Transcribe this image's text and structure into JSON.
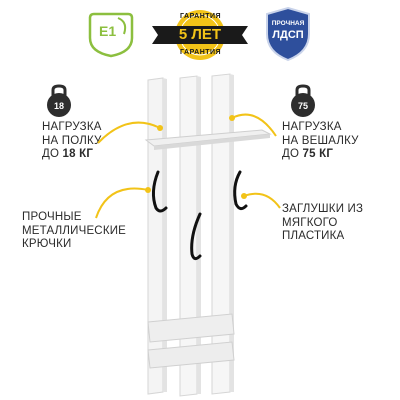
{
  "badges": {
    "e1": "E1",
    "warranty_main": "5 ЛЕТ",
    "warranty_top": "ГАРАНТИЯ",
    "warranty_bottom": "ГАРАНТИЯ",
    "shield_top": "ПРОЧНАЯ",
    "shield_main": "ЛДСП"
  },
  "kettlebells": {
    "left_weight": "18",
    "right_weight": "75"
  },
  "labels": {
    "shelf_load_l1": "НАГРУЗКА",
    "shelf_load_l2": "НА ПОЛКУ",
    "shelf_load_l3_prefix": "ДО ",
    "shelf_load_l3_value": "18 КГ",
    "hanger_load_l1": "НАГРУЗКА",
    "hanger_load_l2": "НА ВЕШАЛКУ",
    "hanger_load_l3_prefix": "ДО ",
    "hanger_load_l3_value": "75 КГ",
    "hooks_l1": "ПРОЧНЫЕ",
    "hooks_l2": "МЕТАЛЛИЧЕСКИЕ",
    "hooks_l3": "КРЮЧКИ",
    "caps_l1": "ЗАГЛУШКИ ИЗ",
    "caps_l2": "МЯГКОГО",
    "caps_l3": "ПЛАСТИКА"
  },
  "colors": {
    "accent_yellow": "#f2c318",
    "eco_green": "#8cbf3f",
    "shield_blue": "#2e4f9c",
    "hook_black": "#111111",
    "panel_white": "#f7f7f7"
  },
  "icons": [
    "eco-leaf-icon",
    "warranty-ribbon-icon",
    "shield-icon",
    "kettlebell-icon"
  ]
}
